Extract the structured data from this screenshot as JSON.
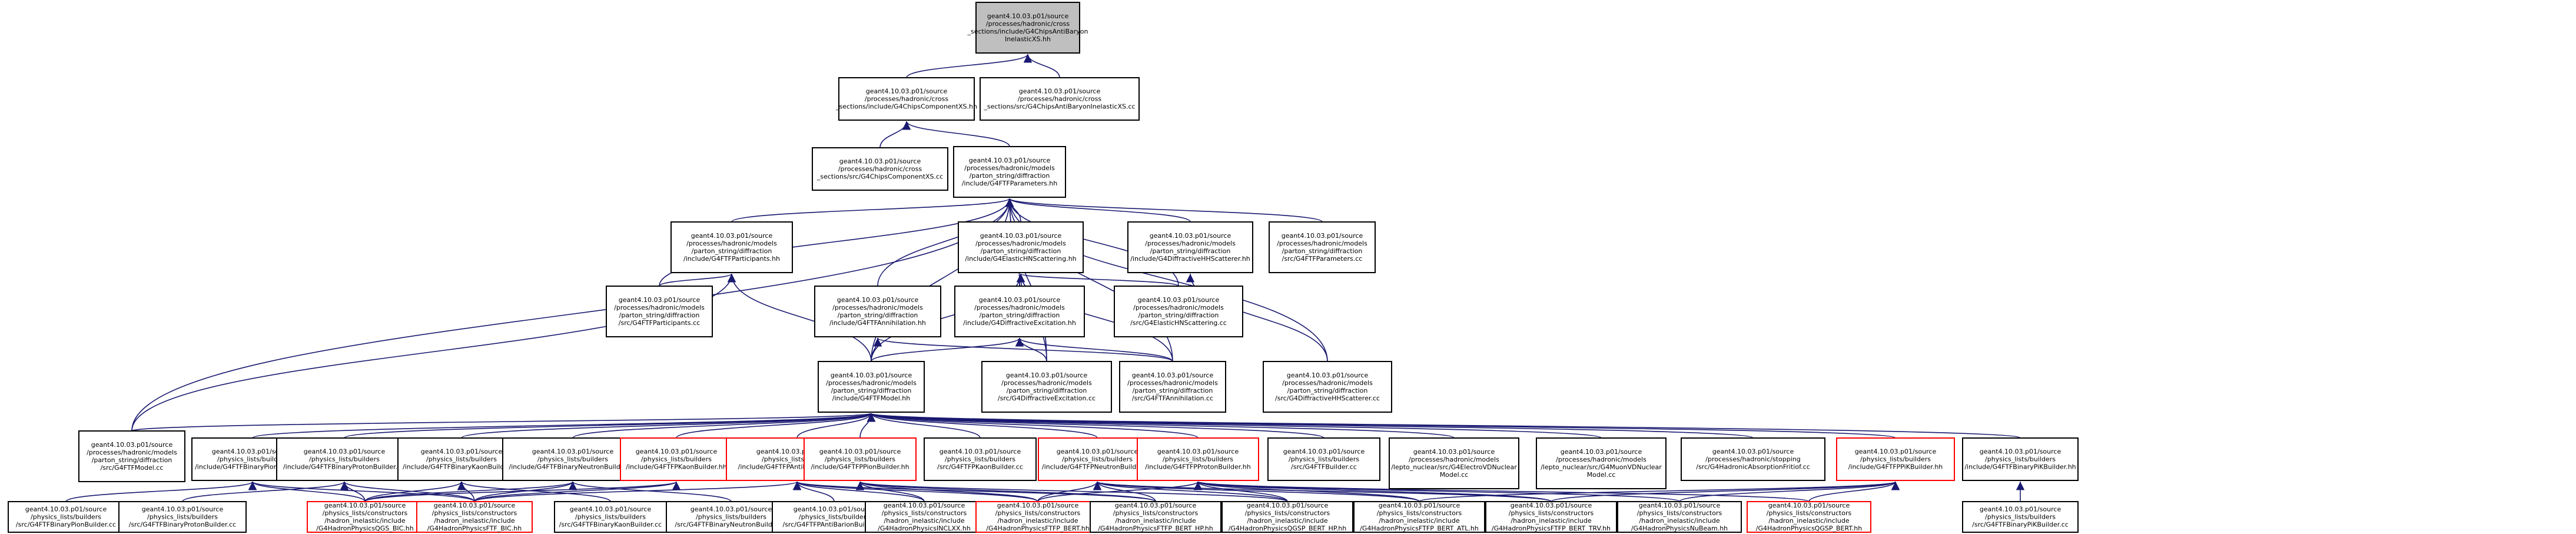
{
  "colors": {
    "root_fill": "#bfbfbf",
    "node_fill": "#ffffff",
    "border": "#000000",
    "truncated_border": "#ff0000",
    "edge": "#191970"
  },
  "nodes": [
    {
      "id": "root",
      "lines": [
        "geant4.10.03.p01/source",
        "/processes/hadronic/cross",
        "_sections/include/G4ChipsAntiBaryon",
        "InelasticXS.hh"
      ],
      "kind": "root"
    },
    {
      "id": "chips_comp_hh",
      "lines": [
        "geant4.10.03.p01/source",
        "/processes/hadronic/cross",
        "_sections/include/G4ChipsComponentXS.hh"
      ],
      "kind": "normal"
    },
    {
      "id": "chips_antibaryon_cc",
      "lines": [
        "geant4.10.03.p01/source",
        "/processes/hadronic/cross",
        "_sections/src/G4ChipsAntiBaryonInelasticXS.cc"
      ],
      "kind": "normal"
    },
    {
      "id": "chips_comp_cc",
      "lines": [
        "geant4.10.03.p01/source",
        "/processes/hadronic/cross",
        "_sections/src/G4ChipsComponentXS.cc"
      ],
      "kind": "normal"
    },
    {
      "id": "ftf_params_hh",
      "lines": [
        "geant4.10.03.p01/source",
        "/processes/hadronic/models",
        "/parton_string/diffraction",
        "/include/G4FTFParameters.hh"
      ],
      "kind": "normal"
    },
    {
      "id": "ftf_participants_hh",
      "lines": [
        "geant4.10.03.p01/source",
        "/processes/hadronic/models",
        "/parton_string/diffraction",
        "/include/G4FTFParticipants.hh"
      ],
      "kind": "normal"
    },
    {
      "id": "elastic_hn_hh",
      "lines": [
        "geant4.10.03.p01/source",
        "/processes/hadronic/models",
        "/parton_string/diffraction",
        "/include/G4ElasticHNScattering.hh"
      ],
      "kind": "normal"
    },
    {
      "id": "diffr_hi_hh",
      "lines": [
        "geant4.10.03.p01/source",
        "/processes/hadronic/models",
        "/parton_string/diffraction",
        "/include/G4DiffractiveHHScatterer.hh"
      ],
      "kind": "normal"
    },
    {
      "id": "ftf_params_cc",
      "lines": [
        "geant4.10.03.p01/source",
        "/processes/hadronic/models",
        "/parton_string/diffraction",
        "/src/G4FTFParameters.cc"
      ],
      "kind": "normal"
    },
    {
      "id": "ftf_participants_cc",
      "lines": [
        "geant4.10.03.p01/source",
        "/processes/hadronic/models",
        "/parton_string/diffraction",
        "/src/G4FTFParticipants.cc"
      ],
      "kind": "normal"
    },
    {
      "id": "ftf_annih_hh",
      "lines": [
        "geant4.10.03.p01/source",
        "/processes/hadronic/models",
        "/parton_string/diffraction",
        "/include/G4FTFAnnihilation.hh"
      ],
      "kind": "normal"
    },
    {
      "id": "diffr_exc_hh",
      "lines": [
        "geant4.10.03.p01/source",
        "/processes/hadronic/models",
        "/parton_string/diffraction",
        "/include/G4DiffractiveExcitation.hh"
      ],
      "kind": "normal"
    },
    {
      "id": "elastic_hn_cc",
      "lines": [
        "geant4.10.03.p01/source",
        "/processes/hadronic/models",
        "/parton_string/diffraction",
        "/src/G4ElasticHNScattering.cc"
      ],
      "kind": "normal"
    },
    {
      "id": "ftf_model_hh",
      "lines": [
        "geant4.10.03.p01/source",
        "/processes/hadronic/models",
        "/parton_string/diffraction",
        "/include/G4FTFModel.hh"
      ],
      "kind": "normal"
    },
    {
      "id": "diffr_exc_cc",
      "lines": [
        "geant4.10.03.p01/source",
        "/processes/hadronic/models",
        "/parton_string/diffraction",
        "/src/G4DiffractiveExcitation.cc"
      ],
      "kind": "normal"
    },
    {
      "id": "ftf_annih_cc",
      "lines": [
        "geant4.10.03.p01/source",
        "/processes/hadronic/models",
        "/parton_string/diffraction",
        "/src/G4FTFAnnihilation.cc"
      ],
      "kind": "normal"
    },
    {
      "id": "diffr_hh_cc",
      "lines": [
        "geant4.10.03.p01/source",
        "/processes/hadronic/models",
        "/parton_string/diffraction",
        "/src/G4DiffractiveHHScatterer.cc"
      ],
      "kind": "normal"
    },
    {
      "id": "ftf_model_cc",
      "lines": [
        "geant4.10.03.p01/source",
        "/processes/hadronic/models",
        "/parton_string/diffraction",
        "/src/G4FTFModel.cc"
      ],
      "kind": "normal"
    },
    {
      "id": "b_binpion",
      "lines": [
        "geant4.10.03.p01/source",
        "/physics_lists/builders",
        "/include/G4FTFBinaryPionBuilder.hh"
      ],
      "kind": "normal"
    },
    {
      "id": "b_binproton",
      "lines": [
        "geant4.10.03.p01/source",
        "/physics_lists/builders",
        "/include/G4FTFBinaryProtonBuilder.hh"
      ],
      "kind": "normal"
    },
    {
      "id": "b_binkaon",
      "lines": [
        "geant4.10.03.p01/source",
        "/physics_lists/builders",
        "/include/G4FTFBinaryKaonBuilder.hh"
      ],
      "kind": "normal"
    },
    {
      "id": "b_binneutron",
      "lines": [
        "geant4.10.03.p01/source",
        "/physics_lists/builders",
        "/include/G4FTFBinaryNeutronBuilder.hh"
      ],
      "kind": "normal"
    },
    {
      "id": "b_ftfkaon",
      "lines": [
        "geant4.10.03.p01/source",
        "/physics_lists/builders",
        "/include/G4FTFPKaonBuilder.hh"
      ],
      "kind": "truncated"
    },
    {
      "id": "b_ftfantibaryon",
      "lines": [
        "geant4.10.03.p01/source",
        "/physics_lists/builders",
        "/include/G4FTFPAntiBarionBuilder.hh"
      ],
      "kind": "truncated"
    },
    {
      "id": "b_ftfpion",
      "lines": [
        "geant4.10.03.p01/source",
        "/physics_lists/builders",
        "/include/G4FTFPPionBuilder.hh"
      ],
      "kind": "truncated"
    },
    {
      "id": "b_ftfneutron",
      "lines": [
        "geant4.10.03.p01/source",
        "/physics_lists/builders",
        "/include/G4FTFPNeutronBuilder.hh"
      ],
      "kind": "truncated"
    },
    {
      "id": "b_ftfproton",
      "lines": [
        "geant4.10.03.p01/source",
        "/physics_lists/builders",
        "/include/G4FTFPProtonBuilder.hh"
      ],
      "kind": "truncated"
    },
    {
      "id": "b_ftfkaon_cc",
      "lines": [
        "geant4.10.03.p01/source",
        "/physics_lists/builders",
        "/src/G4FTFPKaonBuilder.cc"
      ],
      "kind": "normal"
    },
    {
      "id": "b_ftfp_cc",
      "lines": [
        "geant4.10.03.p01/source",
        "/physics_lists/builders",
        "/src/G4FTFBuilder.cc"
      ],
      "kind": "normal"
    },
    {
      "id": "lepto_g4elec",
      "lines": [
        "geant4.10.03.p01/source",
        "/processes/hadronic/models",
        "/lepto_nuclear/src/G4ElectroVDNuclear",
        "Model.cc"
      ],
      "kind": "normal"
    },
    {
      "id": "lepto_g4muon",
      "lines": [
        "geant4.10.03.p01/source",
        "/processes/hadronic/models",
        "/lepto_nuclear/src/G4MuonVDNuclear",
        "Model.cc"
      ],
      "kind": "normal"
    },
    {
      "id": "stopping",
      "lines": [
        "geant4.10.03.p01/source",
        "/processes/hadronic/stopping",
        "/src/G4HadronicAbsorptionFritiof.cc"
      ],
      "kind": "normal"
    },
    {
      "id": "b_ftfpk",
      "lines": [
        "geant4.10.03.p01/source",
        "/physics_lists/builders",
        "/include/G4FTFPPiKBuilder.hh"
      ],
      "kind": "truncated"
    },
    {
      "id": "b_binpik",
      "lines": [
        "geant4.10.03.p01/source",
        "/physics_lists/builders",
        "/include/G4FTFBinaryPiKBuilder.hh"
      ],
      "kind": "normal"
    },
    {
      "id": "c_binpion_cc",
      "lines": [
        "geant4.10.03.p01/source",
        "/physics_lists/builders",
        "/src/G4FTFBinaryPionBuilder.cc"
      ],
      "kind": "normal"
    },
    {
      "id": "c_binproton_cc",
      "lines": [
        "geant4.10.03.p01/source",
        "/physics_lists/builders",
        "/src/G4FTFBinaryProtonBuilder.cc"
      ],
      "kind": "normal"
    },
    {
      "id": "h_qgsbic",
      "lines": [
        "geant4.10.03.p01/source",
        "/physics_lists/constructors",
        "/hadron_inelastic/include",
        "/G4HadronPhysicsQGS_BIC.hh"
      ],
      "kind": "truncated"
    },
    {
      "id": "h_ftfbic",
      "lines": [
        "geant4.10.03.p01/source",
        "/physics_lists/constructors",
        "/hadron_inelastic/include",
        "/G4HadronPhysicsFTF_BIC.hh"
      ],
      "kind": "truncated"
    },
    {
      "id": "c_binkaon_cc",
      "lines": [
        "geant4.10.03.p01/source",
        "/physics_lists/builders",
        "/src/G4FTFBinaryKaonBuilder.cc"
      ],
      "kind": "normal"
    },
    {
      "id": "c_binneutron_cc",
      "lines": [
        "geant4.10.03.p01/source",
        "/physics_lists/builders",
        "/src/G4FTFBinaryNeutronBuilder.cc"
      ],
      "kind": "normal"
    },
    {
      "id": "c_antibaryon_cc",
      "lines": [
        "geant4.10.03.p01/source",
        "/physics_lists/builders",
        "/src/G4FTFPAntiBarionBuilder.cc"
      ],
      "kind": "normal"
    },
    {
      "id": "h_nclxx",
      "lines": [
        "geant4.10.03.p01/source",
        "/physics_lists/constructors",
        "/hadron_inelastic/include",
        "/G4HadronPhysicsINCLXX.hh"
      ],
      "kind": "normal"
    },
    {
      "id": "h_ftfpbert",
      "lines": [
        "geant4.10.03.p01/source",
        "/physics_lists/constructors",
        "/hadron_inelastic/include",
        "/G4HadronPhysicsFTFP_BERT.hh"
      ],
      "kind": "truncated"
    },
    {
      "id": "h_ftfpberthp",
      "lines": [
        "geant4.10.03.p01/source",
        "/physics_lists/constructors",
        "/hadron_inelastic/include",
        "/G4HadronPhysicsFTFP_BERT_HP.hh"
      ],
      "kind": "normal"
    },
    {
      "id": "h_qgspberthp",
      "lines": [
        "geant4.10.03.p01/source",
        "/physics_lists/constructors",
        "/hadron_inelastic/include",
        "/G4HadronPhysicsQGSP_BERT_HP.hh"
      ],
      "kind": "normal"
    },
    {
      "id": "h_ftfpbertatl",
      "lines": [
        "geant4.10.03.p01/source",
        "/physics_lists/constructors",
        "/hadron_inelastic/include",
        "/G4HadronPhysicsFTFP_BERT_ATL.hh"
      ],
      "kind": "normal"
    },
    {
      "id": "h_ftfpberttrv",
      "lines": [
        "geant4.10.03.p01/source",
        "/physics_lists/constructors",
        "/hadron_inelastic/include",
        "/G4HadronPhysicsFTFP_BERT_TRV.hh"
      ],
      "kind": "normal"
    },
    {
      "id": "h_nubeam",
      "lines": [
        "geant4.10.03.p01/source",
        "/physics_lists/constructors",
        "/hadron_inelastic/include",
        "/G4HadronPhysicsNuBeam.hh"
      ],
      "kind": "normal"
    },
    {
      "id": "h_qgspbert",
      "lines": [
        "geant4.10.03.p01/source",
        "/physics_lists/constructors",
        "/hadron_inelastic/include",
        "/G4HadronPhysicsQGSP_BERT.hh"
      ],
      "kind": "truncated"
    },
    {
      "id": "c_binpik_cc",
      "lines": [
        "geant4.10.03.p01/source",
        "/physics_lists/builders",
        "/src/G4FTFBinaryPiKBuilder.cc"
      ],
      "kind": "normal"
    }
  ],
  "edges": [
    [
      "chips_comp_hh",
      "root"
    ],
    [
      "chips_antibaryon_cc",
      "root"
    ],
    [
      "chips_comp_cc",
      "chips_comp_hh"
    ],
    [
      "ftf_params_hh",
      "chips_comp_hh"
    ],
    [
      "ftf_participants_hh",
      "ftf_params_hh"
    ],
    [
      "elastic_hn_hh",
      "ftf_params_hh"
    ],
    [
      "diffr_hi_hh",
      "ftf_params_hh"
    ],
    [
      "ftf_params_cc",
      "ftf_params_hh"
    ],
    [
      "ftf_participants_cc",
      "ftf_params_hh"
    ],
    [
      "ftf_annih_hh",
      "ftf_params_hh"
    ],
    [
      "diffr_exc_hh",
      "ftf_params_hh"
    ],
    [
      "elastic_hn_cc",
      "ftf_params_hh"
    ],
    [
      "ftf_model_hh",
      "ftf_params_hh"
    ],
    [
      "ftf_model_cc",
      "ftf_params_hh"
    ],
    [
      "diffr_hh_cc",
      "ftf_params_hh"
    ],
    [
      "ftf_annih_cc",
      "ftf_params_hh"
    ],
    [
      "diffr_exc_cc",
      "ftf_params_hh"
    ],
    [
      "ftf_participants_cc",
      "ftf_participants_hh"
    ],
    [
      "ftf_model_hh",
      "ftf_participants_hh"
    ],
    [
      "ftf_model_cc",
      "ftf_participants_hh"
    ],
    [
      "diffr_exc_hh",
      "elastic_hn_hh"
    ],
    [
      "elastic_hn_cc",
      "elastic_hn_hh"
    ],
    [
      "ftf_model_hh",
      "elastic_hn_hh"
    ],
    [
      "ftf_annih_cc",
      "elastic_hn_hh"
    ],
    [
      "diffr_exc_cc",
      "elastic_hn_hh"
    ],
    [
      "diffr_hh_cc",
      "diffr_hi_hh"
    ],
    [
      "ftf_model_hh",
      "ftf_annih_hh"
    ],
    [
      "ftf_annih_cc",
      "ftf_annih_hh"
    ],
    [
      "ftf_model_hh",
      "diffr_exc_hh"
    ],
    [
      "diffr_exc_cc",
      "diffr_exc_hh"
    ],
    [
      "ftf_annih_cc",
      "diffr_exc_hh"
    ],
    [
      "ftf_model_cc",
      "ftf_model_hh"
    ],
    [
      "b_binpion",
      "ftf_model_hh"
    ],
    [
      "b_binproton",
      "ftf_model_hh"
    ],
    [
      "b_binkaon",
      "ftf_model_hh"
    ],
    [
      "b_binneutron",
      "ftf_model_hh"
    ],
    [
      "b_ftfkaon",
      "ftf_model_hh"
    ],
    [
      "b_ftfantibaryon",
      "ftf_model_hh"
    ],
    [
      "b_ftfpion",
      "ftf_model_hh"
    ],
    [
      "b_ftfneutron",
      "ftf_model_hh"
    ],
    [
      "b_ftfproton",
      "ftf_model_hh"
    ],
    [
      "b_ftfkaon_cc",
      "ftf_model_hh"
    ],
    [
      "b_ftfp_cc",
      "ftf_model_hh"
    ],
    [
      "lepto_g4elec",
      "ftf_model_hh"
    ],
    [
      "lepto_g4muon",
      "ftf_model_hh"
    ],
    [
      "stopping",
      "ftf_model_hh"
    ],
    [
      "b_ftfpk",
      "ftf_model_hh"
    ],
    [
      "b_binpik",
      "ftf_model_hh"
    ],
    [
      "c_binpion_cc",
      "b_binpion"
    ],
    [
      "h_qgsbic",
      "b_binpion"
    ],
    [
      "h_ftfbic",
      "b_binpion"
    ],
    [
      "c_binproton_cc",
      "b_binproton"
    ],
    [
      "h_qgsbic",
      "b_binproton"
    ],
    [
      "h_ftfbic",
      "b_binproton"
    ],
    [
      "c_binkaon_cc",
      "b_binkaon"
    ],
    [
      "h_qgsbic",
      "b_binkaon"
    ],
    [
      "h_ftfbic",
      "b_binkaon"
    ],
    [
      "c_binneutron_cc",
      "b_binneutron"
    ],
    [
      "h_qgsbic",
      "b_binneutron"
    ],
    [
      "h_ftfbic",
      "b_binneutron"
    ],
    [
      "h_qgsbic",
      "b_ftfkaon"
    ],
    [
      "h_ftfbic",
      "b_ftfkaon"
    ],
    [
      "c_antibaryon_cc",
      "b_ftfantibaryon"
    ],
    [
      "h_nclxx",
      "b_ftfantibaryon"
    ],
    [
      "h_ftfpbert",
      "b_ftfantibaryon"
    ],
    [
      "h_ftfpberthp",
      "b_ftfantibaryon"
    ],
    [
      "h_ftfbic",
      "b_ftfantibaryon"
    ],
    [
      "h_nclxx",
      "b_ftfpion"
    ],
    [
      "h_ftfpbert",
      "b_ftfpion"
    ],
    [
      "h_ftfpberthp",
      "b_ftfpion"
    ],
    [
      "h_qgspberthp",
      "b_ftfpion"
    ],
    [
      "h_ftfpbert",
      "b_ftfneutron"
    ],
    [
      "h_ftfpberthp",
      "b_ftfneutron"
    ],
    [
      "h_qgspberthp",
      "b_ftfneutron"
    ],
    [
      "h_ftfpbertatl",
      "b_ftfneutron"
    ],
    [
      "h_ftfpberttrv",
      "b_ftfneutron"
    ],
    [
      "h_ftfpbert",
      "b_ftfproton"
    ],
    [
      "h_qgspberthp",
      "b_ftfproton"
    ],
    [
      "h_ftfpbertatl",
      "b_ftfproton"
    ],
    [
      "h_ftfpberttrv",
      "b_ftfproton"
    ],
    [
      "h_nubeam",
      "b_ftfproton"
    ],
    [
      "h_qgspbert",
      "b_ftfproton"
    ],
    [
      "h_ftfpberttrv",
      "b_ftfpk"
    ],
    [
      "h_nubeam",
      "b_ftfpk"
    ],
    [
      "h_qgspbert",
      "b_ftfpk"
    ],
    [
      "h_ftfpbertatl",
      "b_ftfpk"
    ],
    [
      "c_binpik_cc",
      "b_binpik"
    ]
  ]
}
